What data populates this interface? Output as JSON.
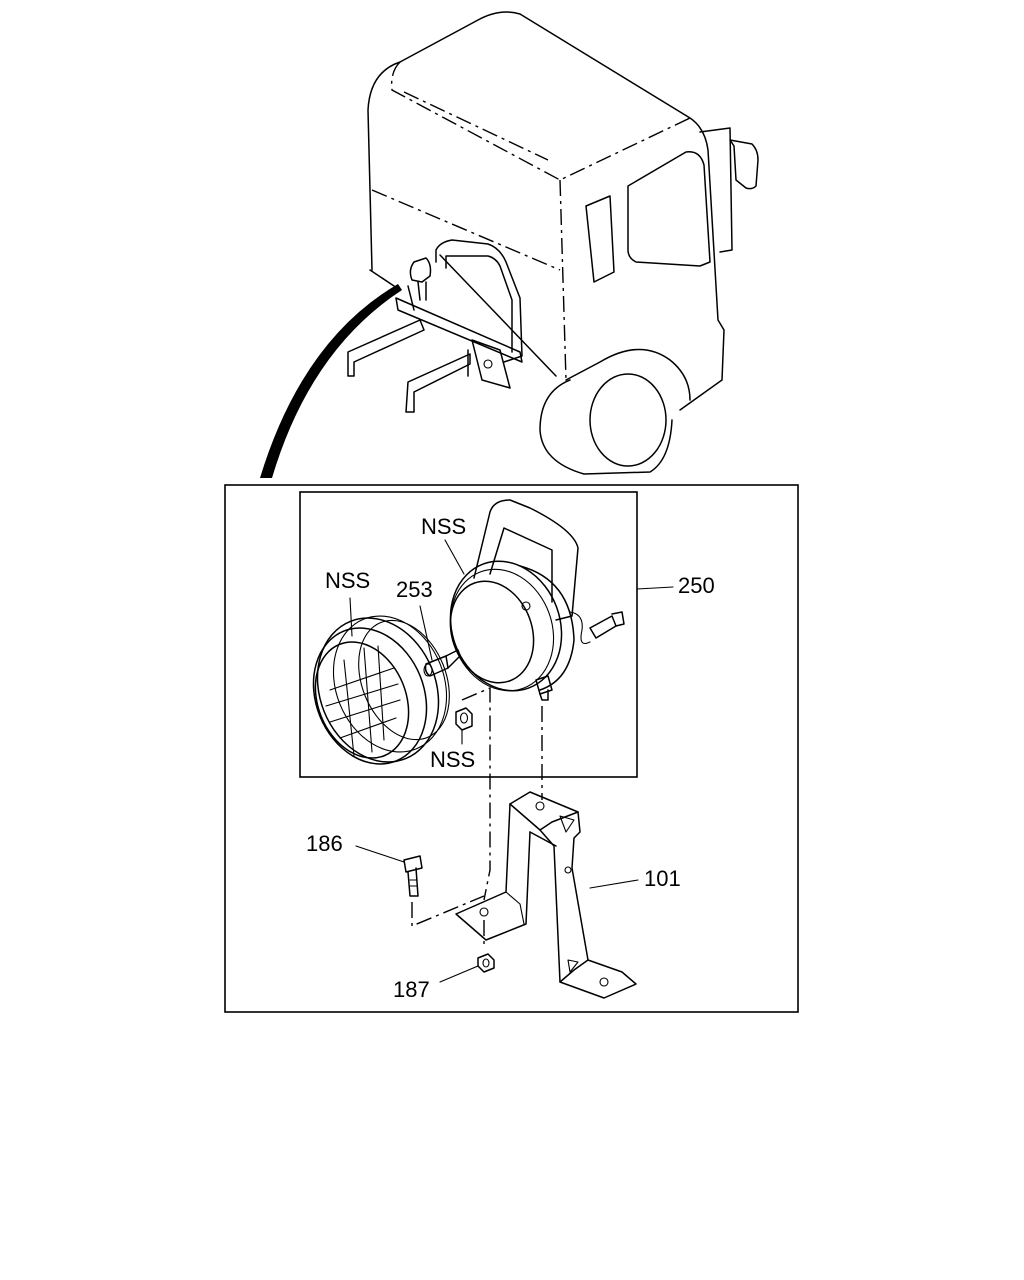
{
  "callouts": {
    "part_250": "250",
    "part_253": "253",
    "part_101": "101",
    "part_186": "186",
    "part_187": "187",
    "nss_lamp_body": "NSS",
    "nss_lens": "NSS",
    "nss_nut": "NSS"
  }
}
